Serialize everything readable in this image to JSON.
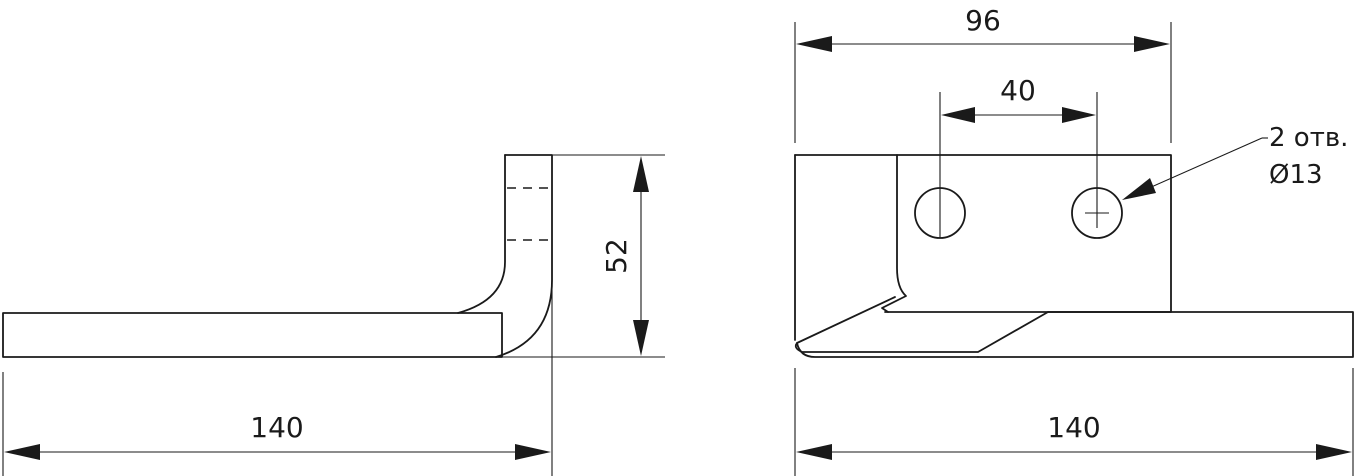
{
  "side_view": {
    "length_label": "140",
    "height_label": "52"
  },
  "front_view": {
    "length_label": "140",
    "width_label": "96",
    "hole_spacing_label": "40",
    "hole_note_line1": "2 отв.",
    "hole_note_line2": "Ø13"
  }
}
